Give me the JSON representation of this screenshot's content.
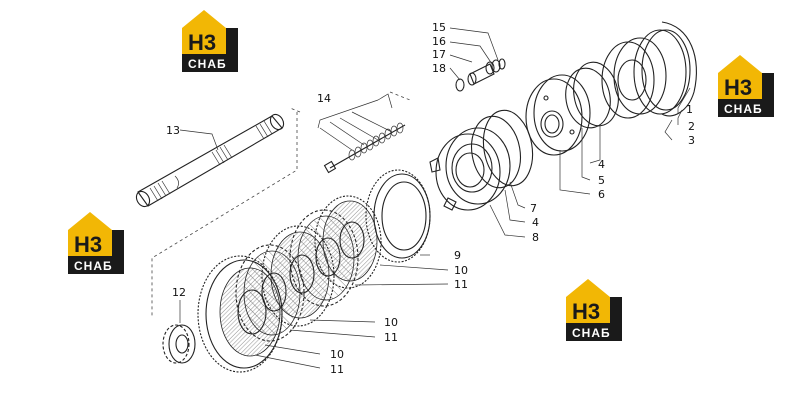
{
  "brand": {
    "logo_top": "H3",
    "logo_bottom": "СНАБ",
    "yellow": "#f2b705",
    "black": "#1a1a1a"
  },
  "callouts": [
    {
      "id": "c1",
      "text": "1"
    },
    {
      "id": "c2",
      "text": "2"
    },
    {
      "id": "c3",
      "text": "3"
    },
    {
      "id": "c4a",
      "text": "4"
    },
    {
      "id": "c5",
      "text": "5"
    },
    {
      "id": "c6",
      "text": "6"
    },
    {
      "id": "c7",
      "text": "7"
    },
    {
      "id": "c4b",
      "text": "4"
    },
    {
      "id": "c8",
      "text": "8"
    },
    {
      "id": "c9",
      "text": "9"
    },
    {
      "id": "c10a",
      "text": "10"
    },
    {
      "id": "c11a",
      "text": "11"
    },
    {
      "id": "c10b",
      "text": "10"
    },
    {
      "id": "c11b",
      "text": "11"
    },
    {
      "id": "c10c",
      "text": "10"
    },
    {
      "id": "c11c",
      "text": "11"
    },
    {
      "id": "c12",
      "text": "12"
    },
    {
      "id": "c13",
      "text": "13"
    },
    {
      "id": "c14",
      "text": "14"
    },
    {
      "id": "c15",
      "text": "15"
    },
    {
      "id": "c16",
      "text": "16"
    },
    {
      "id": "c17",
      "text": "17"
    },
    {
      "id": "c18",
      "text": "18"
    }
  ]
}
